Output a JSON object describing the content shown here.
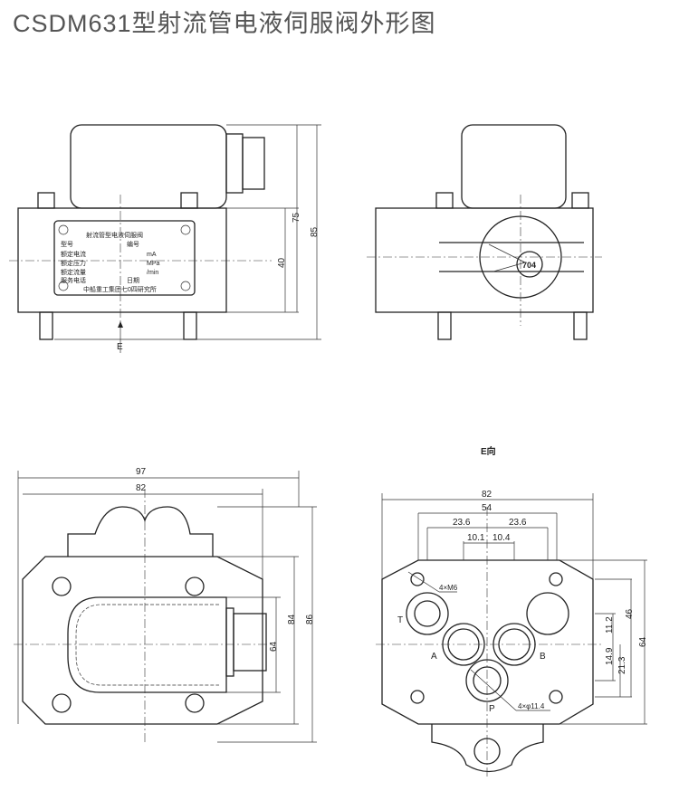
{
  "title": "CSDM631型射流管电液伺服阀外形图",
  "front_view": {
    "nameplate": {
      "heading": "射流管型电液伺服阀",
      "rows": [
        "型号",
        "额定电流",
        "额定压力",
        "额定流量",
        "服务电话"
      ],
      "serial_label": "编号",
      "date_label": "日期",
      "units": [
        "mA",
        "MPa",
        "/min"
      ],
      "maker": "中船重工集团七0四研究所"
    },
    "dims": [
      "75",
      "85",
      "40"
    ],
    "view_arrow": "E"
  },
  "side_view": {
    "badge": "704"
  },
  "top_view": {
    "dims": [
      "97",
      "82",
      "64",
      "84",
      "86"
    ]
  },
  "e_view": {
    "label": "E向",
    "dims": [
      "82",
      "54",
      "23.6",
      "23.6",
      "10.1",
      "10.4",
      "46",
      "11.2",
      "14.9",
      "21.3",
      "64"
    ],
    "ports": [
      "T",
      "A",
      "B",
      "P"
    ],
    "callouts": [
      "4×M6",
      "4×φ11.4"
    ]
  }
}
